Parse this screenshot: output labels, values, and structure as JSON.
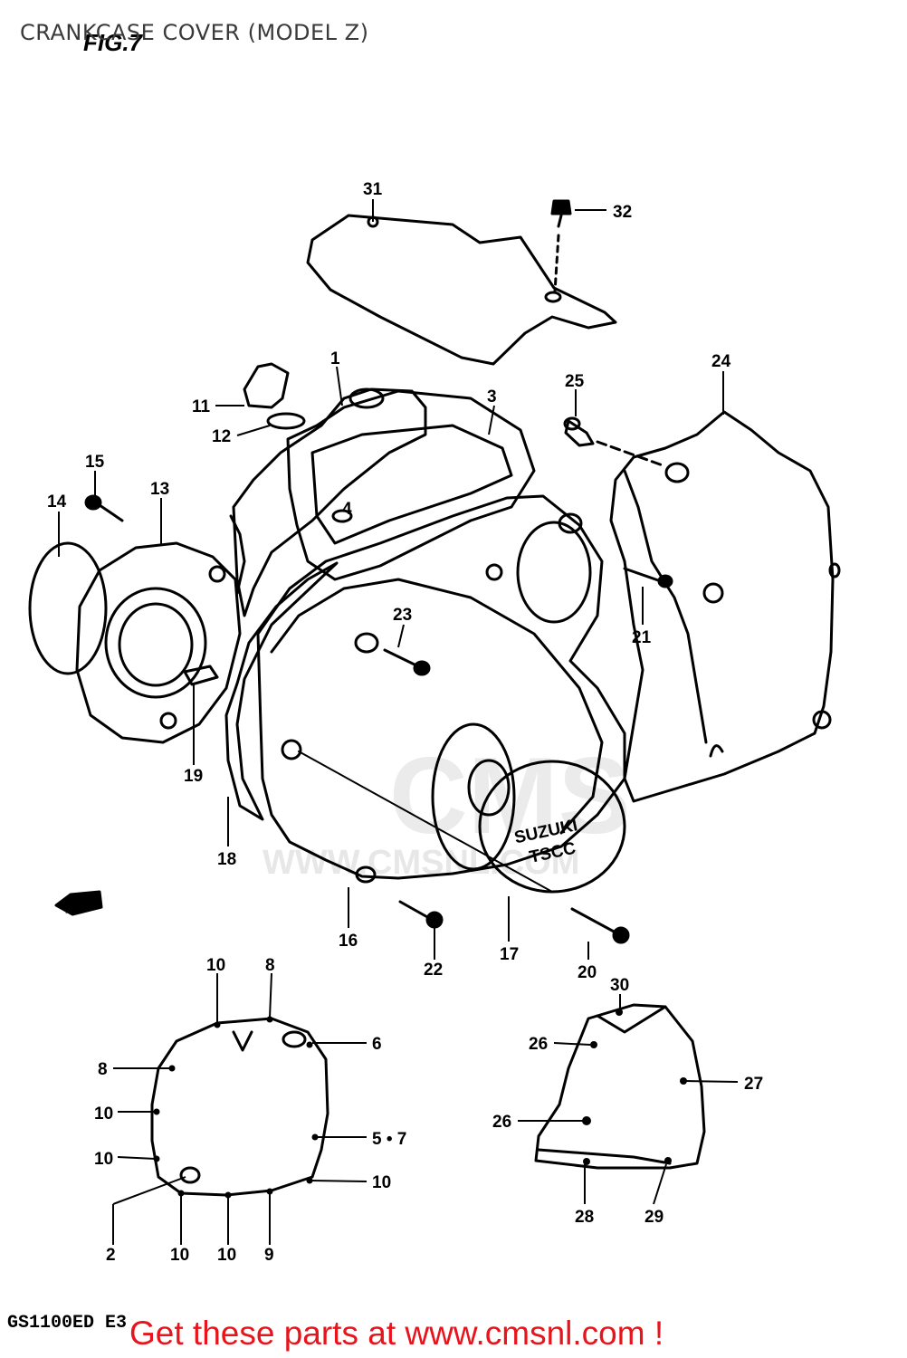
{
  "header": {
    "title": "CRANKCASE COVER (MODEL Z)",
    "fig_label": "FIG.7"
  },
  "diagram": {
    "fwd_label": "FWD",
    "logo_text_1": "SUZUKI",
    "logo_text_2": "TSCC",
    "callouts": {
      "c1": "1",
      "c2": "2",
      "c3": "3",
      "c4": "4",
      "c5_7": "5 • 7",
      "c6": "6",
      "c8a": "8",
      "c8b": "8",
      "c9": "9",
      "c10a": "10",
      "c10b": "10",
      "c10c": "10",
      "c10d": "10",
      "c10e": "10",
      "c10f": "10",
      "c11": "11",
      "c12": "12",
      "c13": "13",
      "c14": "14",
      "c15": "15",
      "c16": "16",
      "c17": "17",
      "c18": "18",
      "c19": "19",
      "c20": "20",
      "c21": "21",
      "c22": "22",
      "c23": "23",
      "c24": "24",
      "c25": "25",
      "c26a": "26",
      "c26b": "26",
      "c27": "27",
      "c28": "28",
      "c29": "29",
      "c30": "30",
      "c31": "31",
      "c32": "32"
    }
  },
  "watermark": {
    "line1": "CMS",
    "line2": "WWW.CMSNL.COM"
  },
  "footer": {
    "model_code": "GS1100ED E3",
    "promo": "Get these parts at www.cmsnl.com !"
  },
  "colors": {
    "promo": "#e8141c",
    "line": "#000000",
    "watermark": "#dedede"
  }
}
